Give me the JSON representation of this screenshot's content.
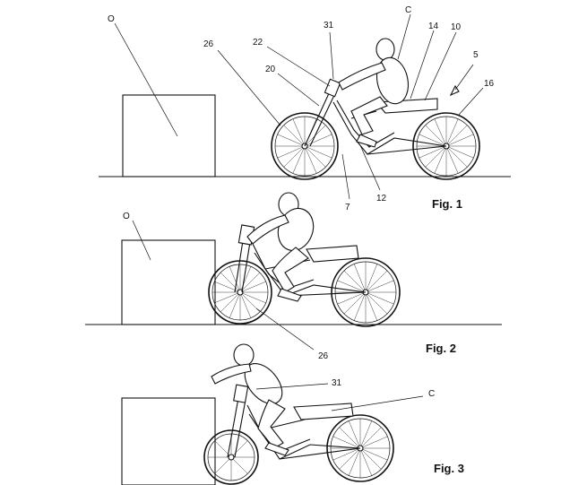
{
  "figures": [
    {
      "caption": "Fig. 1",
      "labels": {
        "obstacle": "O",
        "rider": "C",
        "frame": "5",
        "front_wheel": "26",
        "fork": "22",
        "steering": "20",
        "handlebar": "31",
        "seat": "14",
        "tank": "10",
        "rear_wheel": "16",
        "pivot": "7",
        "link": "12"
      }
    },
    {
      "caption": "Fig. 2",
      "labels": {
        "obstacle": "O",
        "front_wheel": "26"
      }
    },
    {
      "caption": "Fig. 3",
      "labels": {
        "handlebar": "31",
        "rider": "C"
      }
    }
  ]
}
